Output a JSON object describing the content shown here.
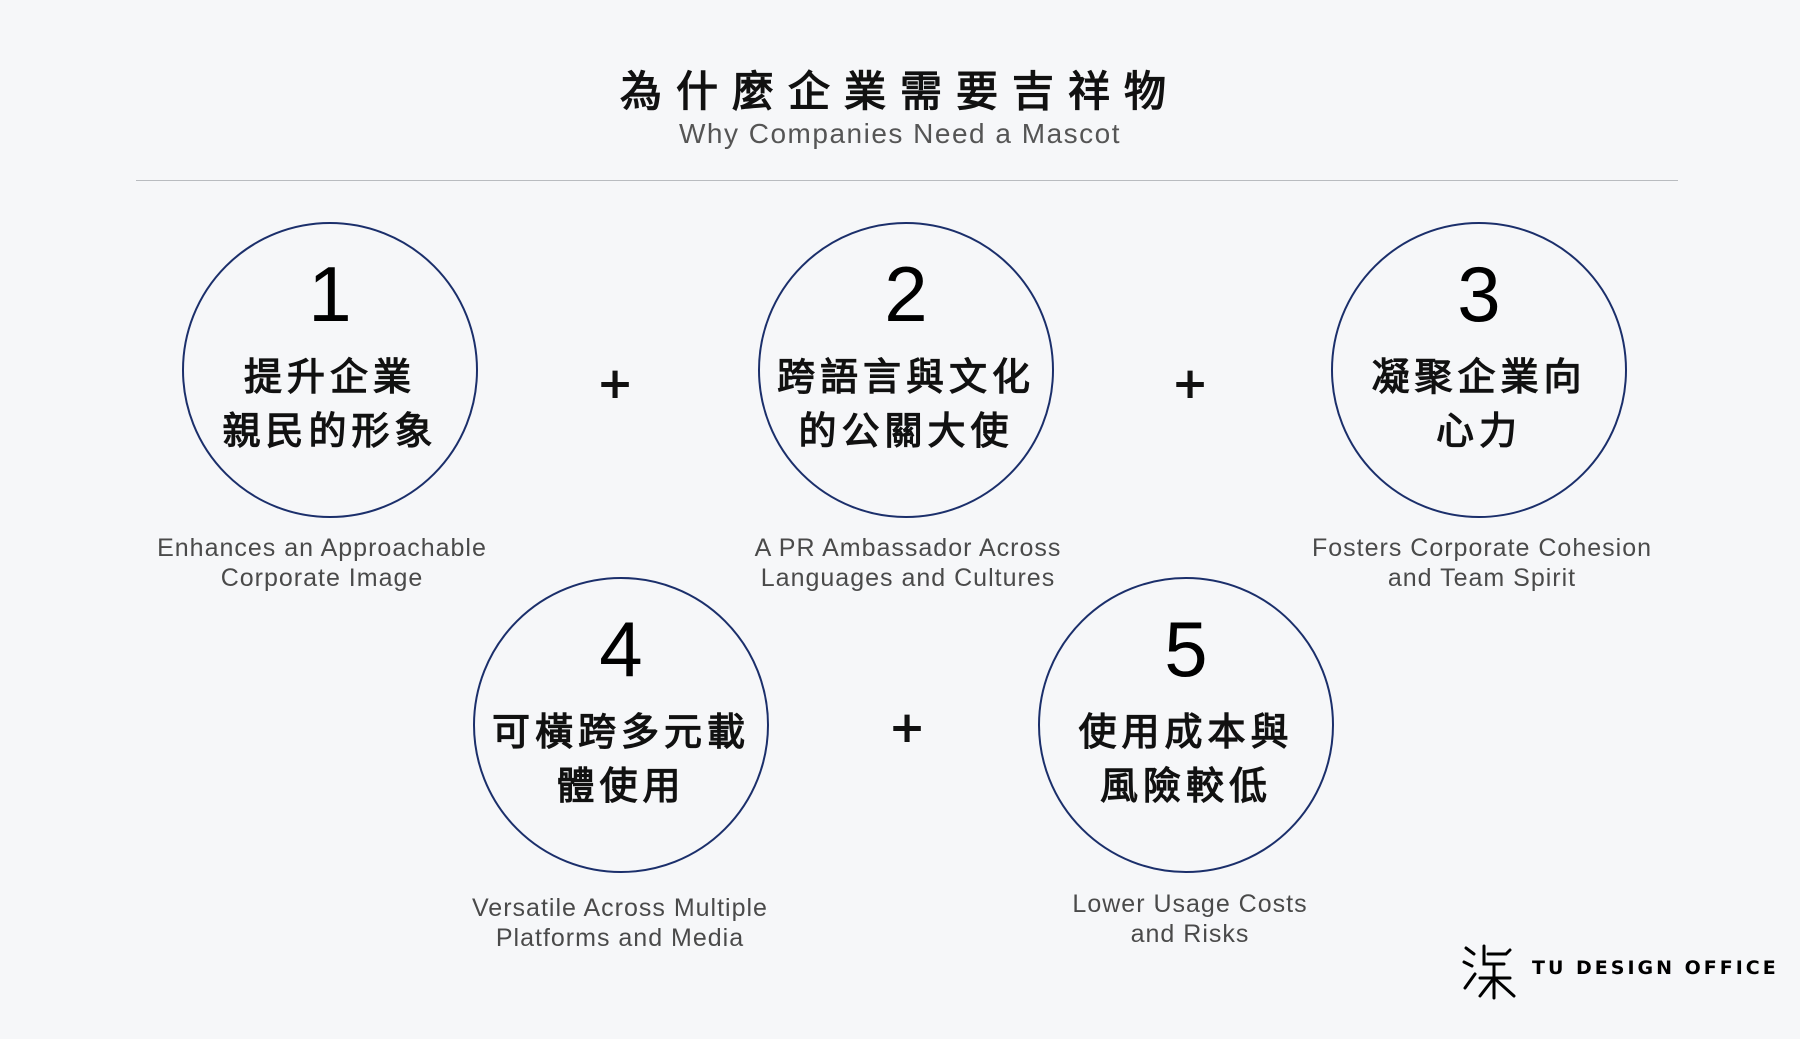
{
  "title": {
    "zh": "為什麼企業需要吉祥物",
    "en": "Why Companies Need a Mascot"
  },
  "items": [
    {
      "number": "1",
      "zh_line1": "提升企業",
      "zh_line2": "親民的形象",
      "en_line1": "Enhances an Approachable",
      "en_line2": "Corporate Image"
    },
    {
      "number": "2",
      "zh_line1": "跨語言與文化",
      "zh_line2": "的公關大使",
      "en_line1": "A PR Ambassador Across",
      "en_line2": "Languages and Cultures"
    },
    {
      "number": "3",
      "zh_line1": "凝聚企業向",
      "zh_line2": "心力",
      "en_line1": "Fosters Corporate Cohesion",
      "en_line2": "and Team Spirit"
    },
    {
      "number": "4",
      "zh_line1": "可橫跨多元載",
      "zh_line2": "體使用",
      "en_line1": "Versatile Across Multiple",
      "en_line2": "Platforms and Media"
    },
    {
      "number": "5",
      "zh_line1": "使用成本與",
      "zh_line2": "風險較低",
      "en_line1": "Lower Usage Costs",
      "en_line2": "and Risks"
    }
  ],
  "plus_sign": "+",
  "brand": {
    "name": "TU DESIGN OFFICE",
    "logo_icon": "tu-logo-icon"
  },
  "colors": {
    "circle_border": "#1b2f6b",
    "background": "#f6f7f9"
  }
}
